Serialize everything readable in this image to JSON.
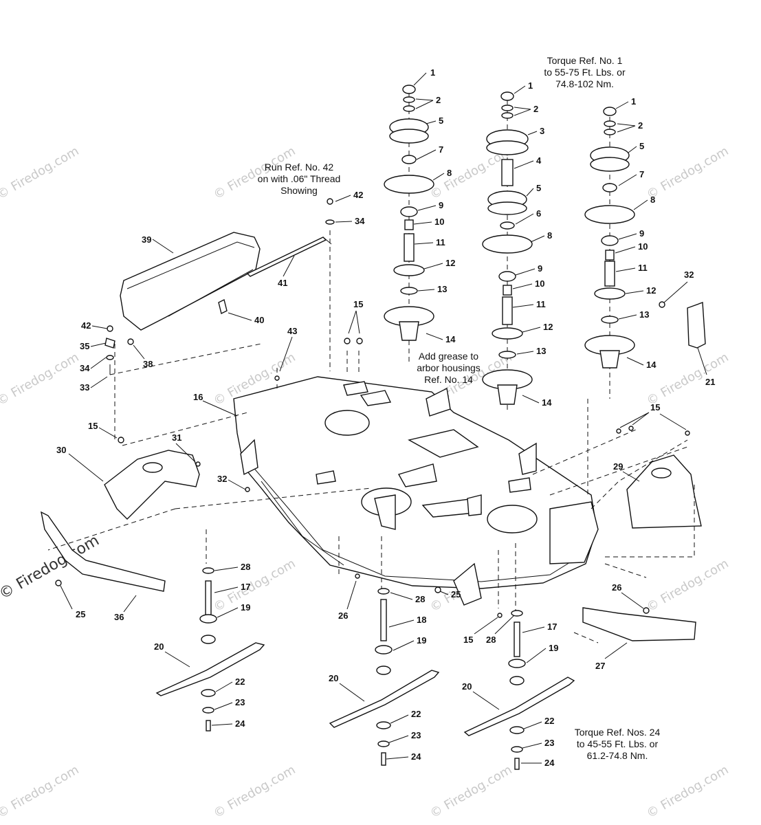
{
  "notes": {
    "torque_top": [
      "Torque Ref. No. 1",
      "to 55-75 Ft. Lbs. or",
      "74.8-102 Nm."
    ],
    "run_ref": [
      "Run Ref. No. 42",
      "on with .06\" Thread",
      "Showing"
    ],
    "grease": [
      "Add grease to",
      "arbor housings",
      "Ref. No. 14"
    ],
    "torque_bottom": [
      "Torque Ref. Nos. 24",
      "to 45-55 Ft. Lbs. or",
      "61.2-74.8 Nm."
    ]
  },
  "watermark": "© Firedog.com",
  "callouts": [
    "1",
    "2",
    "5",
    "7",
    "8",
    "9",
    "10",
    "11",
    "12",
    "13",
    "14",
    "1",
    "2",
    "3",
    "4",
    "5",
    "6",
    "8",
    "9",
    "10",
    "11",
    "12",
    "13",
    "14",
    "1",
    "2",
    "5",
    "7",
    "8",
    "9",
    "10",
    "11",
    "12",
    "13",
    "14",
    "42",
    "34",
    "39",
    "41",
    "40",
    "42",
    "35",
    "34",
    "33",
    "38",
    "15",
    "43",
    "16",
    "30",
    "31",
    "15",
    "32",
    "32",
    "21",
    "15",
    "29",
    "36",
    "25",
    "28",
    "17",
    "19",
    "20",
    "22",
    "23",
    "24",
    "26",
    "28",
    "18",
    "19",
    "20",
    "22",
    "23",
    "24",
    "25",
    "15",
    "28",
    "17",
    "19",
    "20",
    "22",
    "23",
    "24",
    "26",
    "27"
  ]
}
